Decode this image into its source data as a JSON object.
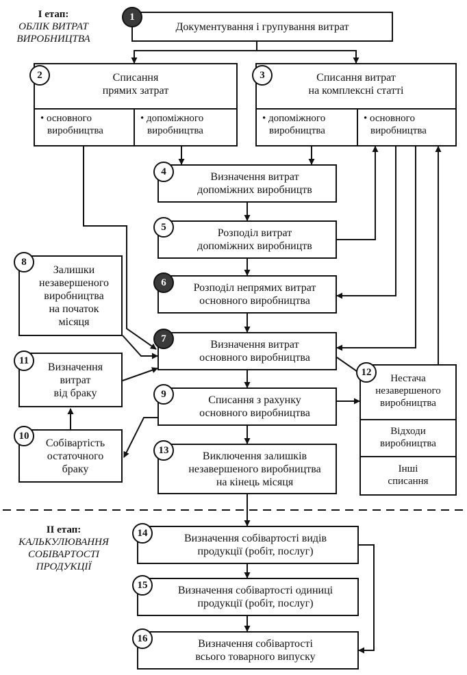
{
  "stage1": {
    "title": "І етап:",
    "line1": "ОБЛІК ВИТРАТ",
    "line2": "ВИРОБНИЦТВА"
  },
  "stage2": {
    "title": "ІІ етап:",
    "line1": "КАЛЬКУЛЮВАННЯ",
    "line2": "СОБІВАРТОСТІ",
    "line3": "ПРОДУКЦІЇ"
  },
  "nodes": {
    "n1": {
      "num": "1",
      "text": "Документування і групування витрат"
    },
    "n2": {
      "num": "2",
      "line1": "Списання",
      "line2": "прямих затрат",
      "subA1": "• основного",
      "subA2": "виробництва",
      "subB1": "• допоміжного",
      "subB2": "виробництва"
    },
    "n3": {
      "num": "3",
      "line1": "Списання витрат",
      "line2": "на комплексні статті",
      "subA1": "• допоміжного",
      "subA2": "виробництва",
      "subB1": "• основного",
      "subB2": "виробництва"
    },
    "n4": {
      "num": "4",
      "line1": "Визначення витрат",
      "line2": "допоміжних виробництв"
    },
    "n5": {
      "num": "5",
      "line1": "Розподіл витрат",
      "line2": "допоміжних виробництв"
    },
    "n6": {
      "num": "6",
      "line1": "Розподіл непрямих витрат",
      "line2": "основного виробництва"
    },
    "n7": {
      "num": "7",
      "line1": "Визначення витрат",
      "line2": "основного виробництва"
    },
    "n8": {
      "num": "8",
      "line1": "Залишки",
      "line2": "незавершеного",
      "line3": "виробництва",
      "line4": "на початок",
      "line5": "місяця"
    },
    "n9": {
      "num": "9",
      "line1": "Списання з рахунку",
      "line2": "основного виробництва"
    },
    "n10": {
      "num": "10",
      "line1": "Собівартість",
      "line2": "остаточного",
      "line3": "браку"
    },
    "n11": {
      "num": "11",
      "line1": "Визначення",
      "line2": "витрат",
      "line3": "від браку"
    },
    "n12": {
      "num": "12",
      "line1": "Нестача",
      "line2": "незавершеного",
      "line3": "виробництва",
      "b1": "Відходи",
      "b2": "виробництва",
      "c1": "Інші",
      "c2": "списання"
    },
    "n13": {
      "num": "13",
      "line1": "Виключення залишків",
      "line2": "незавершеного виробництва",
      "line3": "на кінець місяця"
    },
    "n14": {
      "num": "14",
      "line1": "Визначення собівартості видів",
      "line2": "продукції (робіт, послуг)"
    },
    "n15": {
      "num": "15",
      "line1": "Визначення собівартості одиниці",
      "line2": "продукції (робіт, послуг)"
    },
    "n16": {
      "num": "16",
      "line1": "Визначення собівартості",
      "line2": "всього товарного випуску"
    }
  }
}
